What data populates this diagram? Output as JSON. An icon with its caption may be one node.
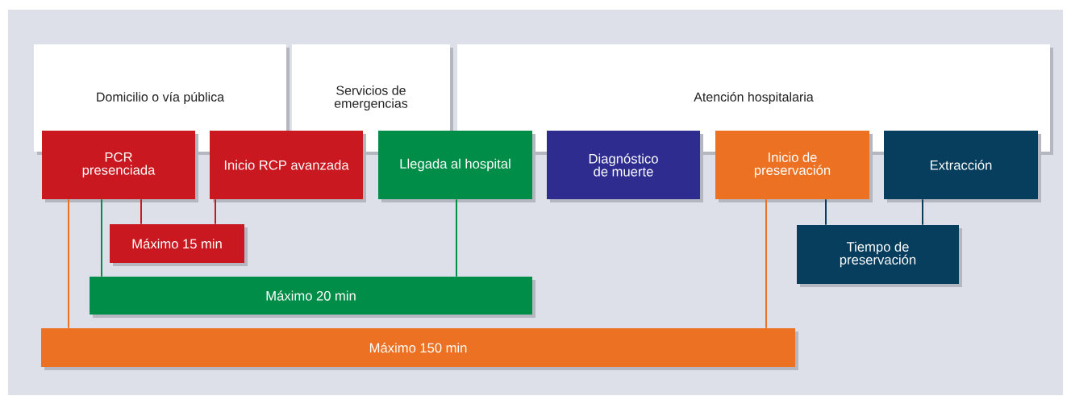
{
  "diagram": {
    "nodes": [
      {
        "text": [
          "Domicilio o vía pública"
        ]
      },
      {
        "text": [
          "Servicios de emergencias"
        ]
      },
      {
        "text": [
          "Atención hospitalaria"
        ]
      },
      {
        "text": [
          "PCR presenciada"
        ]
      },
      {
        "text": [
          "Inicio RCP avanzada"
        ]
      },
      {
        "text": [
          "Llegada al hospital"
        ]
      },
      {
        "text": [
          "Diagnóstico de muerte"
        ]
      },
      {
        "text": [
          "Inicio de preservación"
        ]
      },
      {
        "text": [
          "Extracción"
        ]
      },
      {
        "text": [
          "Máximo 15 min"
        ]
      },
      {
        "text": [
          "Máximo 20 min"
        ]
      },
      {
        "text": [
          "Máximo 150 min"
        ]
      },
      {
        "text": [
          "Tiempo de preservación"
        ]
      }
    ],
    "edges": [
      {
        "from": 3,
        "to": 9,
        "arrow": "none",
        "color": "#c9181f"
      },
      {
        "from": 4,
        "to": 9,
        "arrow": "none",
        "color": "#c9181f"
      },
      {
        "from": 3,
        "to": 10,
        "arrow": "none",
        "color": "#008d47"
      },
      {
        "from": 5,
        "to": 10,
        "arrow": "none",
        "color": "#008d47"
      },
      {
        "from": 3,
        "to": 11,
        "arrow": "none",
        "color": "#ec7123"
      },
      {
        "from": 7,
        "to": 11,
        "arrow": "none",
        "color": "#ec7123"
      },
      {
        "from": 7,
        "to": 12,
        "arrow": "none",
        "color": "#073e5e"
      },
      {
        "from": 8,
        "to": 12,
        "arrow": "none",
        "color": "#073e5e"
      }
    ]
  }
}
